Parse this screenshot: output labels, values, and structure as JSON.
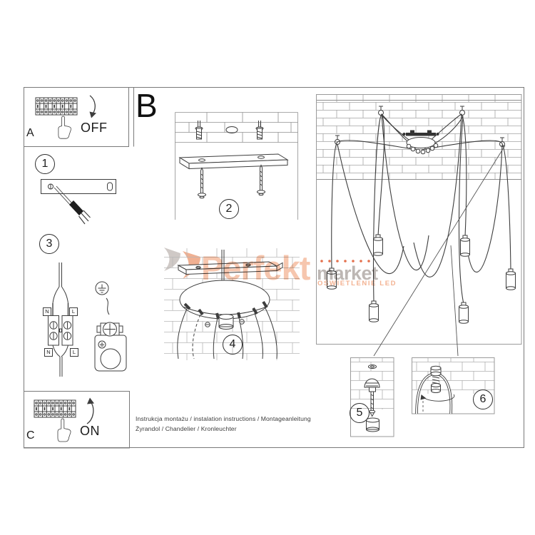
{
  "section": {
    "label": "B"
  },
  "panel_a": {
    "label": "A",
    "state": "OFF"
  },
  "panel_c": {
    "label": "C",
    "state": "ON"
  },
  "steps": [
    {
      "number": "1"
    },
    {
      "number": "2"
    },
    {
      "number": "3"
    },
    {
      "number": "4"
    },
    {
      "number": "5"
    },
    {
      "number": "6"
    }
  ],
  "wiring": {
    "top_left": "N",
    "top_right": "L",
    "bottom_left": "N",
    "bottom_right": "L"
  },
  "footer": {
    "line1": "Instrukcja montażu / instalation instructions / Montageanleitung",
    "line2": "Żyrandol / Chandelier / Kronleuchter"
  },
  "watermark": {
    "brand": "Perfekt",
    "suffix": "market",
    "tagline": "OŚWIETLENIE LED",
    "brand_color": "#f6c6ae",
    "suffix_color": "#bdb7b4",
    "tagline_color": "#f3b393",
    "dot_color": "#e4714e",
    "logo_gray": "#cfc9c6",
    "logo_orange": "#f0b092"
  }
}
